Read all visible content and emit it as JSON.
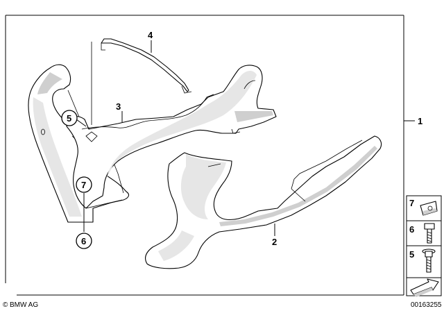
{
  "callouts": {
    "c1": "1",
    "c2": "2",
    "c3": "3",
    "c4": "4",
    "c5": "5",
    "c6": "6",
    "c7": "7"
  },
  "side_panel": {
    "item7": "7",
    "item6": "6",
    "item5": "5"
  },
  "footer": {
    "brand": "BMW AG",
    "id": "00163255"
  }
}
